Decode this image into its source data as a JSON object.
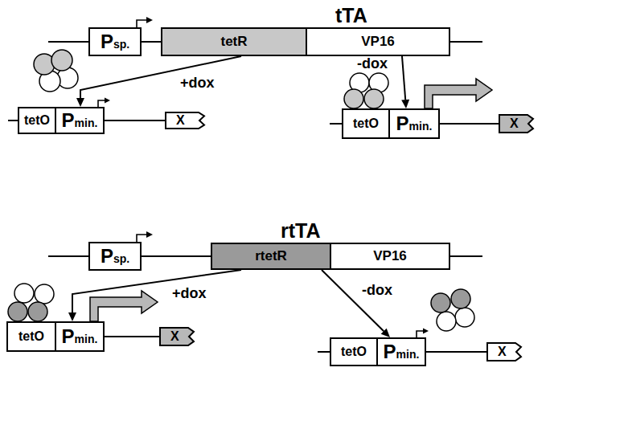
{
  "diagram": {
    "nodes": [
      {
        "text": [
          "Psp."
        ]
      },
      {
        "text": [
          "tTA"
        ]
      },
      {
        "text": [
          "tetR"
        ],
        "in": 1
      },
      {
        "text": [
          "VP16"
        ],
        "in": 1
      },
      {
        "text": [
          "tetO"
        ]
      },
      {
        "text": [
          "Pmin."
        ]
      },
      {
        "text": [
          "X"
        ]
      },
      {
        "text": [
          "tetO"
        ]
      },
      {
        "text": [
          "Pmin."
        ]
      },
      {
        "text": [
          "X"
        ]
      },
      {
        "text": [
          "Psp."
        ]
      },
      {
        "text": [
          "rtTA"
        ]
      },
      {
        "text": [
          "rtetR"
        ],
        "in": 11
      },
      {
        "text": [
          "VP16"
        ],
        "in": 11
      },
      {
        "text": [
          "tetO"
        ]
      },
      {
        "text": [
          "Pmin."
        ]
      },
      {
        "text": [
          "X"
        ]
      },
      {
        "text": [
          "tetO"
        ]
      },
      {
        "text": [
          "Pmin."
        ]
      },
      {
        "text": [
          "X"
        ]
      }
    ],
    "edges": [
      {
        "from": 0,
        "to": 1,
        "arrow": "none"
      },
      {
        "from": 1,
        "to": 5,
        "label": "+dox",
        "arrow": "to"
      },
      {
        "from": 1,
        "to": 8,
        "label": "-dox",
        "arrow": "to"
      },
      {
        "from": 5,
        "to": 6,
        "arrow": "none"
      },
      {
        "from": 8,
        "to": 9,
        "arrow": "none"
      },
      {
        "from": 10,
        "to": 11,
        "arrow": "none"
      },
      {
        "from": 11,
        "to": 15,
        "label": "+dox",
        "arrow": "to"
      },
      {
        "from": 11,
        "to": 18,
        "label": "-dox",
        "arrow": "to"
      },
      {
        "from": 15,
        "to": 16,
        "arrow": "none"
      },
      {
        "from": 18,
        "to": 19,
        "arrow": "none"
      }
    ]
  }
}
